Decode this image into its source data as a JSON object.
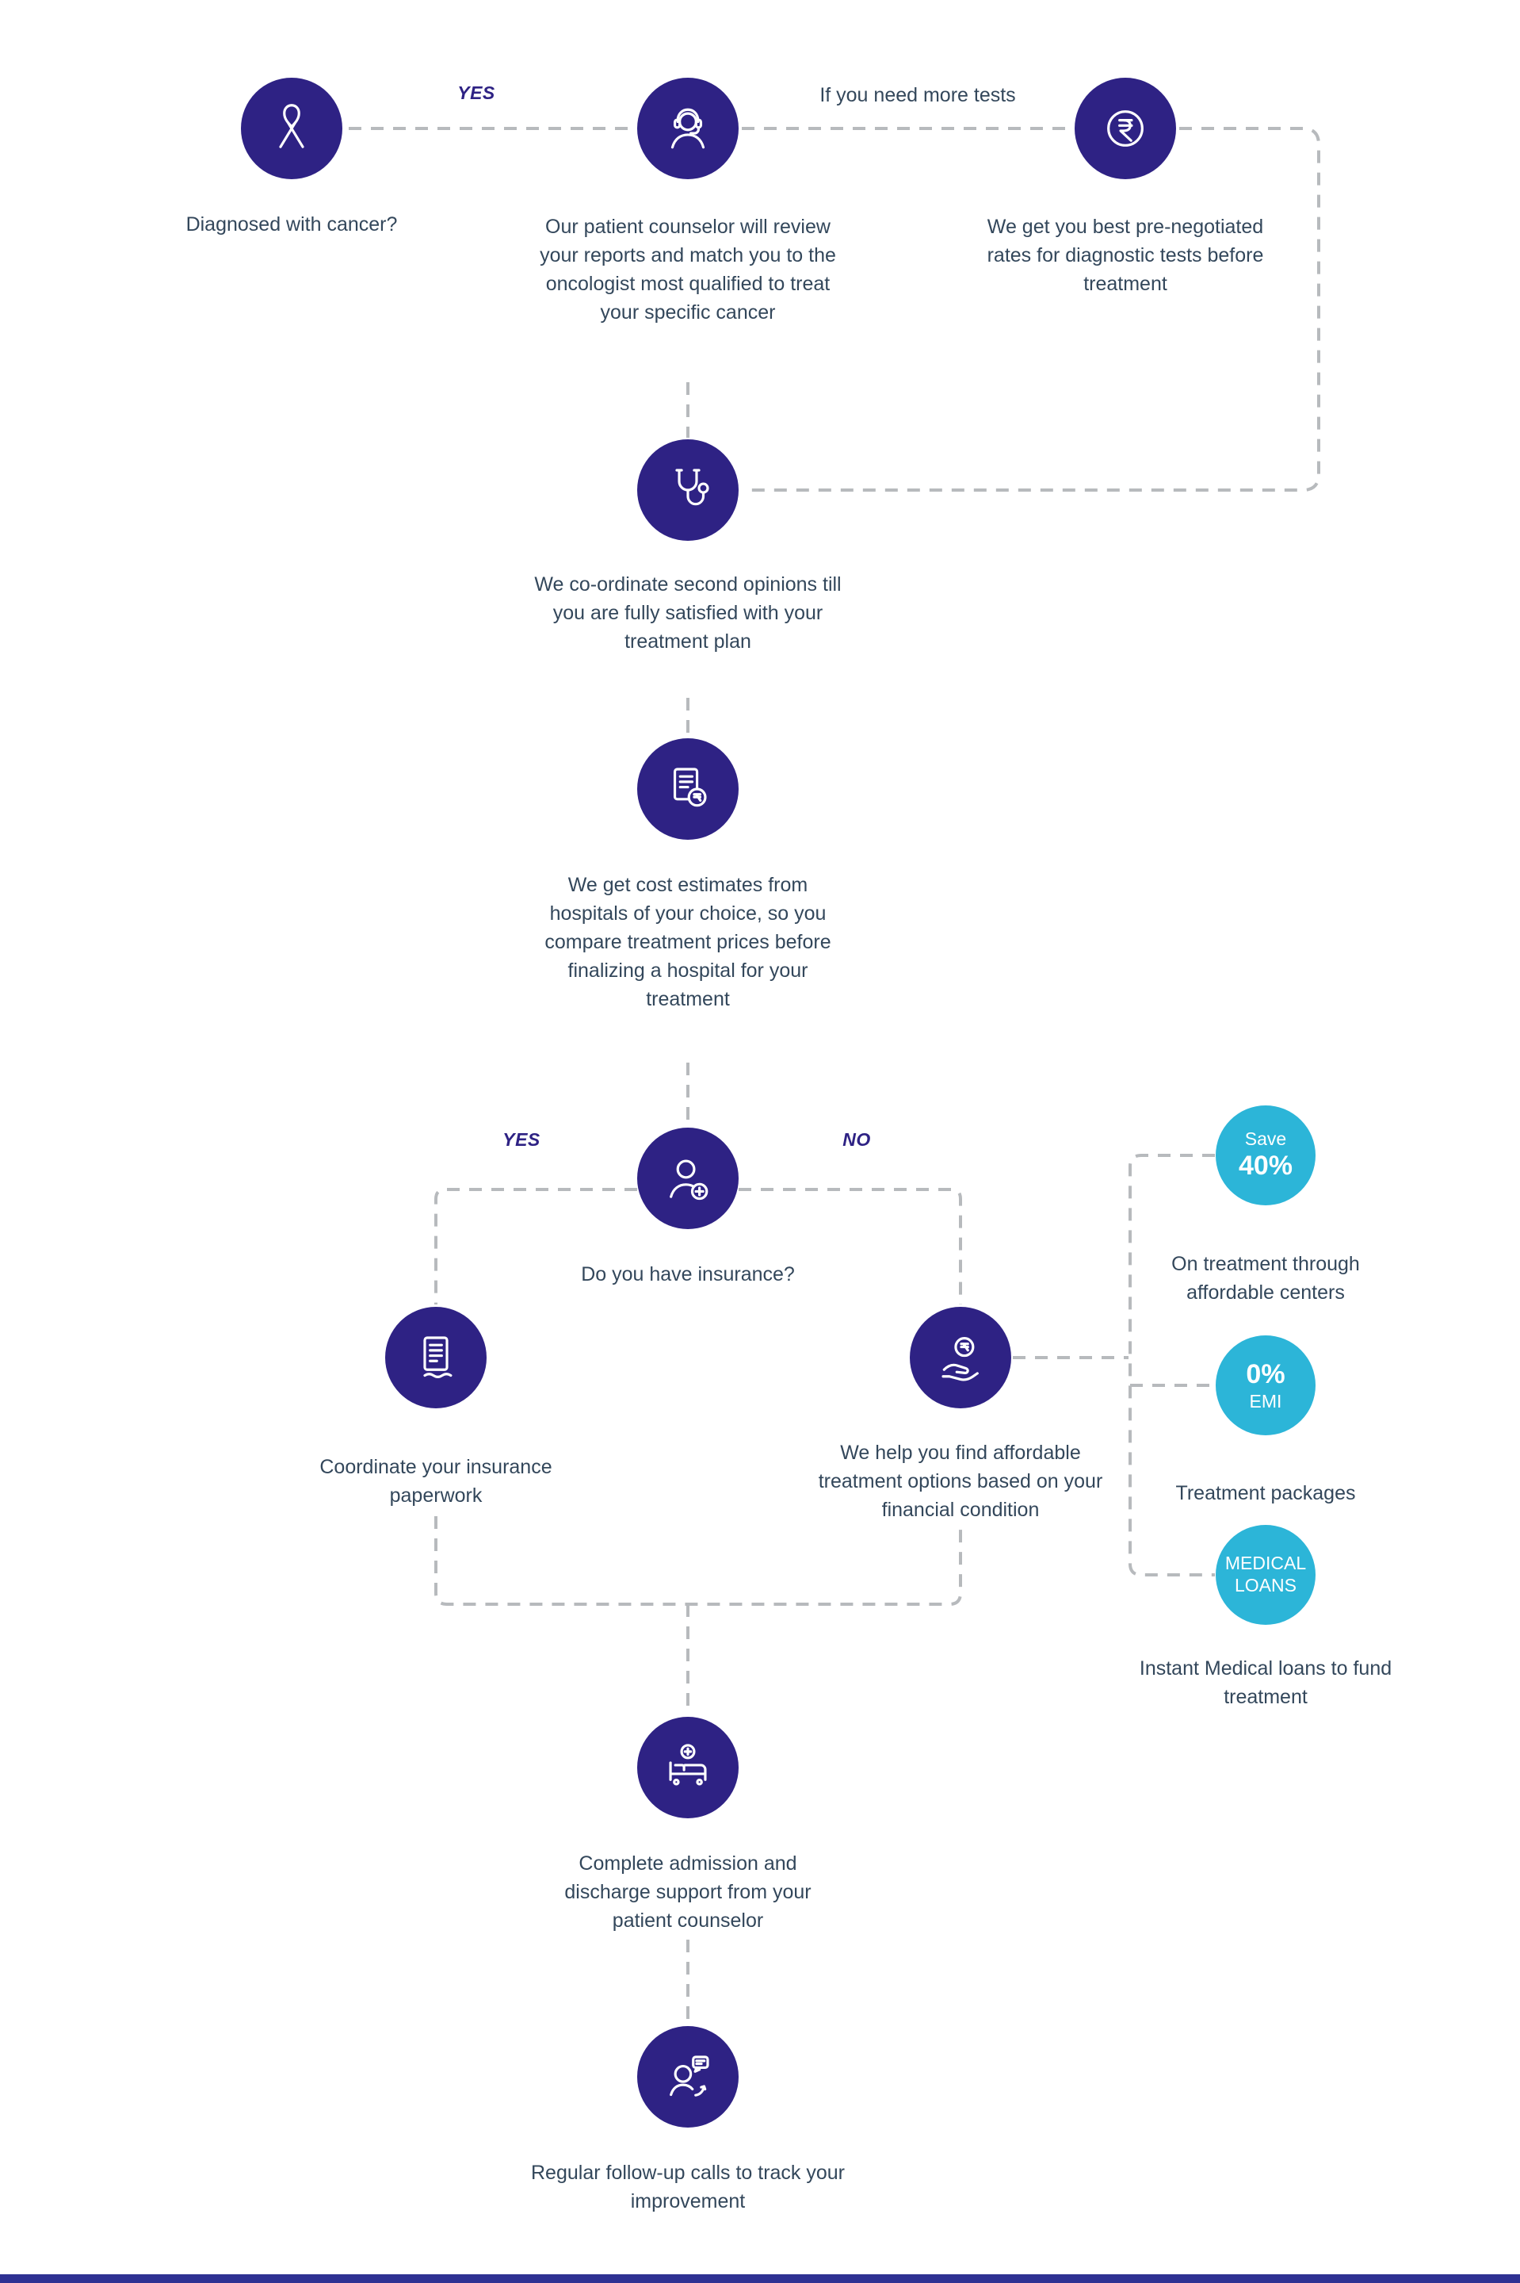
{
  "colors": {
    "primary_circle": "#2e2284",
    "accent_circle": "#2cb5d8",
    "text": "#33475b",
    "dashed_line": "#b7babd",
    "footer_bar": "#2e3192"
  },
  "edges": {
    "yes_top": "YES",
    "more_tests": "If you need more tests",
    "yes_branch": "YES",
    "no_branch": "NO"
  },
  "nodes": {
    "diagnosed": {
      "icon": "cancer-ribbon-icon",
      "label": "Diagnosed with cancer?"
    },
    "counselor": {
      "icon": "counselor-headset-icon",
      "label": "Our patient counselor will review your reports and match you to the oncologist most qualified to treat your specific cancer"
    },
    "rates": {
      "icon": "rupee-coin-icon",
      "label": "We get you best pre-negotiated rates for diagnostic tests before treatment"
    },
    "second_opinion": {
      "icon": "stethoscope-icon",
      "label": "We co-ordinate second opinions till you are fully satisfied with your treatment plan"
    },
    "cost_estimates": {
      "icon": "cost-estimate-document-icon",
      "label": "We get cost estimates from hospitals of your choice, so you compare treatment prices before finalizing a hospital for your treatment"
    },
    "insurance_question": {
      "icon": "doctor-icon",
      "label": "Do you have insurance?"
    },
    "insurance_paperwork": {
      "icon": "insurance-document-icon",
      "label": "Coordinate your insurance paperwork"
    },
    "affordable_options": {
      "icon": "hand-coin-icon",
      "label": "We help you find affordable treatment options based on your financial condition"
    },
    "admission": {
      "icon": "hospital-bed-icon",
      "label": "Complete admission and discharge support from your patient counselor"
    },
    "follow_up": {
      "icon": "follow-up-call-icon",
      "label": "Regular follow-up calls to track your improvement"
    }
  },
  "badges": {
    "save": {
      "top": "Save",
      "main": "40%",
      "label": "On treatment through affordable centers"
    },
    "emi": {
      "main": "0%",
      "bottom": "EMI",
      "label": "Treatment packages"
    },
    "loans": {
      "line1": "MEDICAL",
      "line2": "LOANS",
      "label": "Instant Medical loans to fund treatment"
    }
  }
}
